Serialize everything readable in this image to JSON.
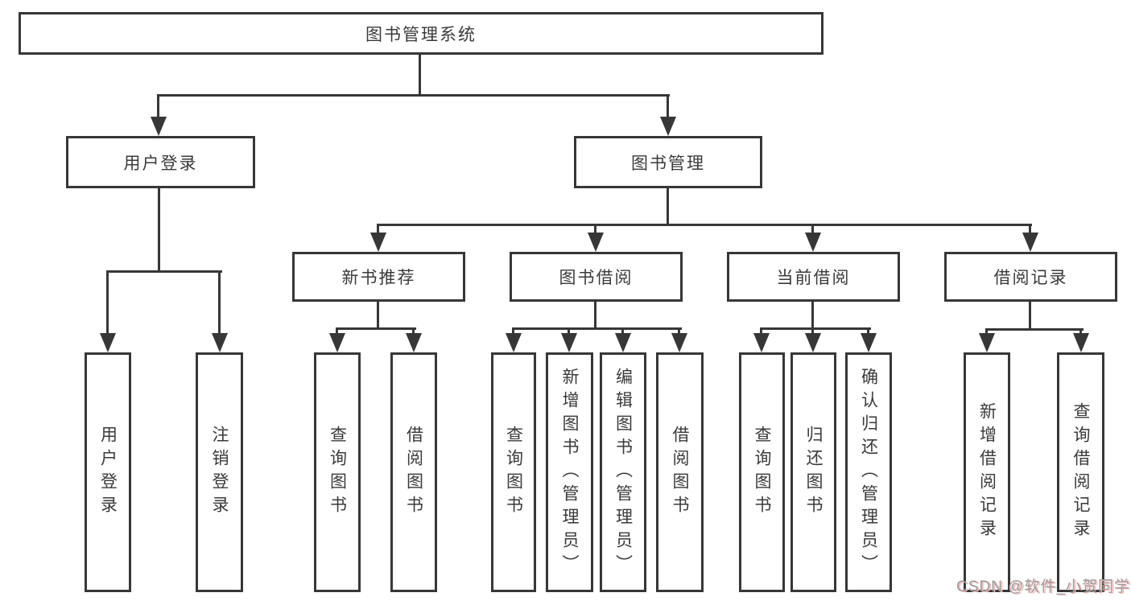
{
  "nodes": {
    "root": "图书管理系统",
    "level2": {
      "user_login": "用户登录",
      "book_management": "图书管理"
    },
    "level3": {
      "new_book_recommend": "新书推荐",
      "book_borrow": "图书借阅",
      "current_borrow": "当前借阅",
      "borrow_record": "借阅记录"
    },
    "leaves": {
      "user_login": "用户登录",
      "logout": "注销登录",
      "rec_query": "查询图书",
      "rec_borrow": "借阅图书",
      "bb_query": "查询图书",
      "bb_add": "新增图书（管理员）",
      "bb_edit": "编辑图书（管理员）",
      "bb_borrow": "借阅图书",
      "cb_query": "查询图书",
      "cb_return": "归还图书",
      "cb_confirm": "确认归还（管理员）",
      "br_add": "新增借阅记录",
      "br_query": "查询借阅记录"
    }
  },
  "watermark": "CSDN @软件_小贺同学",
  "colors": {
    "line": "#373737",
    "text": "#3a3a3a",
    "watermark": "#9c9c9c",
    "watermark_shadow": "#f6b8b8"
  }
}
